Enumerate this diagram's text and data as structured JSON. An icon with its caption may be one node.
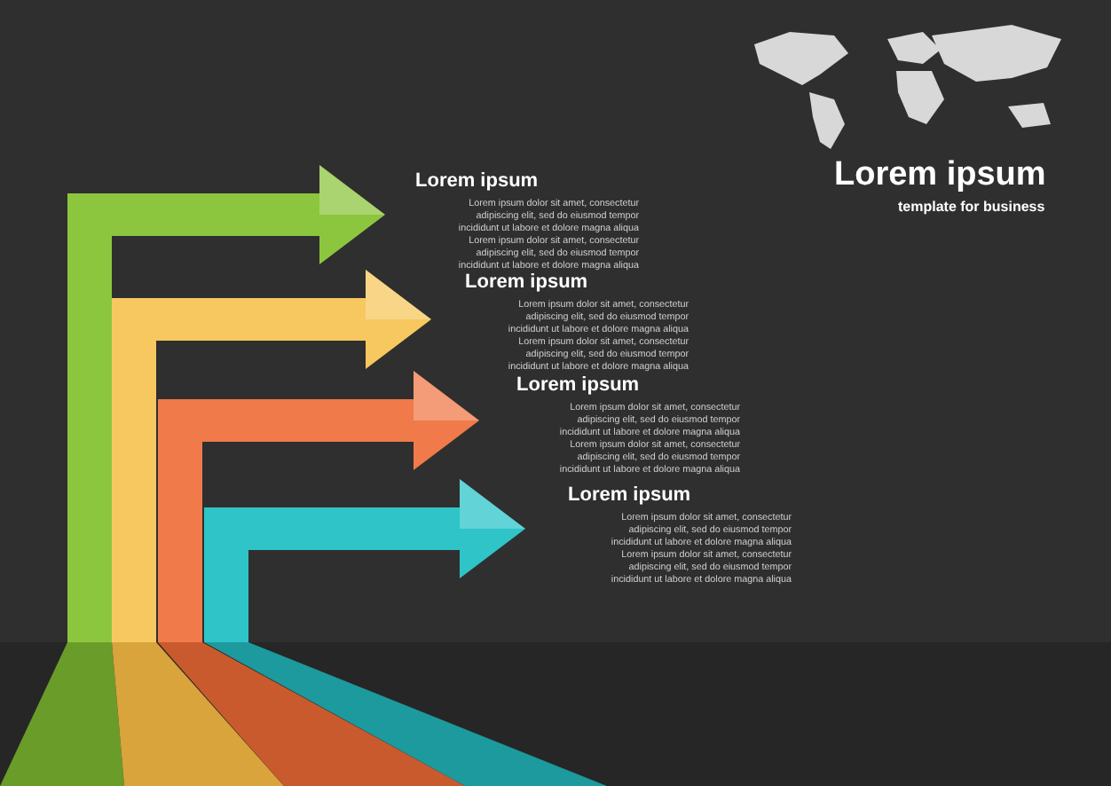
{
  "diagram": {
    "title": "Lorem ipsum",
    "nodes": [
      {
        "text": [
          "Lorem ipsum",
          "Lorem ipsum dolor sit amet, consectetur adipiscing elit, sed do eiusmod tempor incididunt ut labore et dolore magna aliqua Lorem ipsum dolor sit amet, consectetur adipiscing elit, sed do eiusmod tempor incididunt ut labore et dolore magna aliqua"
        ]
      },
      {
        "text": [
          "Lorem ipsum",
          "Lorem ipsum dolor sit amet, consectetur adipiscing elit, sed do eiusmod tempor incididunt ut labore et dolore magna aliqua Lorem ipsum dolor sit amet, consectetur adipiscing elit, sed do eiusmod tempor incididunt ut labore et dolore magna aliqua"
        ]
      },
      {
        "text": [
          "Lorem ipsum",
          "Lorem ipsum dolor sit amet, consectetur adipiscing elit, sed do eiusmod tempor incididunt ut labore et dolore magna aliqua Lorem ipsum dolor sit amet, consectetur adipiscing elit, sed do eiusmod tempor incididunt ut labore et dolore magna aliqua"
        ]
      },
      {
        "text": [
          "Lorem ipsum",
          "Lorem ipsum dolor sit amet, consectetur adipiscing elit, sed do eiusmod tempor incididunt ut labore et dolore magna aliqua Lorem ipsum dolor sit amet, consectetur adipiscing elit, sed do eiusmod tempor incididunt ut labore et dolore magna aliqua"
        ]
      }
    ],
    "labels": [
      "template for business"
    ]
  }
}
